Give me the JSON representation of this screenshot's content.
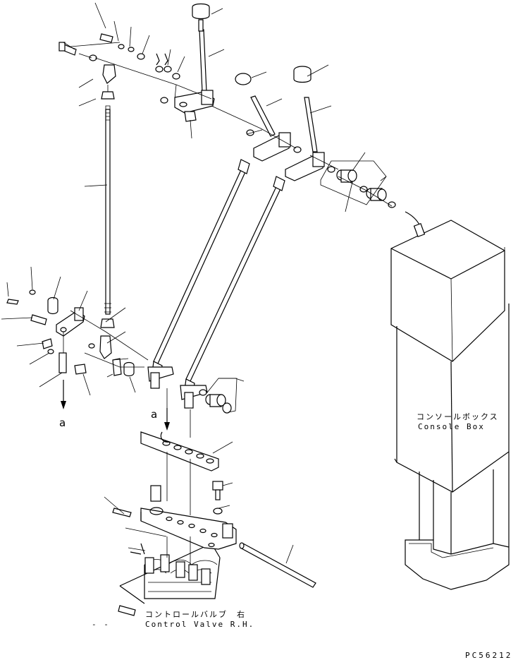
{
  "labels": {
    "console_box_jp": "コンソールボックス",
    "console_box_en": "Console Box",
    "control_valve_jp": "コントロールバルブ　右",
    "control_valve_en": "Control Valve R.H.",
    "ref_a_left": "a",
    "ref_a_center": "a",
    "drawing_code": "PC56212",
    "dash_mark": "- -"
  }
}
